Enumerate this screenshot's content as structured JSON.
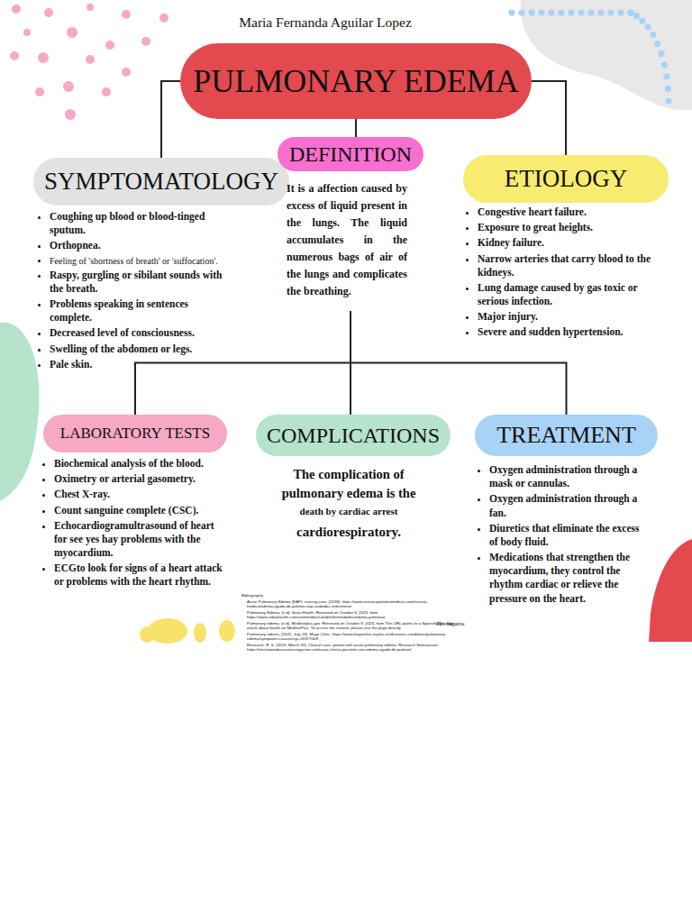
{
  "diagram": {
    "nodes": [
      {
        "text": [
          "PULMONARY EDEMA"
        ]
      },
      {
        "text": [
          "SYMPTOMATOLOGY",
          "Coughing up blood or blood-tinged sputum.",
          "Orthopnea.",
          "Feeling of 'shortness of breath' or 'suffocation'.",
          "Raspy, gurgling or sibilant sounds with the breath.",
          "Problems speaking in sentences complete.",
          "Decreased level of consciousness.",
          "Swelling of the abdomen or legs.",
          "Pale skin."
        ]
      },
      {
        "text": [
          "DEFINITION",
          "It is a affection caused by excess of liquid present in the lungs. The liquid accumulates in the numerous bags of air of the lungs and complicates the breathing."
        ]
      },
      {
        "text": [
          "ETIOLOGY",
          "Congestive heart failure.",
          "Exposure to great heights.",
          "Kidney failure.",
          "Narrow arteries that carry blood to the kidneys.",
          "Lung damage caused by gas toxic or serious infection.",
          "Major injury.",
          "Severe and sudden hypertension."
        ]
      },
      {
        "text": [
          "LABORATORY TESTS",
          "Biochemical analysis of the blood.",
          "Oximetry or arterial gasometry.",
          "Chest X-ray.",
          "Count sanguine complete (CSC).",
          "Echocardiogramultrasound of heart for see yes hay problems with the myocardium.",
          "ECGto look for signs of a heart attack or problems with the heart rhythm."
        ]
      },
      {
        "text": [
          "COMPLICATIONS",
          "The complication of pulmonary edema is the",
          "death by cardiac arrest",
          "cardiorespiratory."
        ]
      },
      {
        "text": [
          "TREATMENT",
          "Oxygen administration through a mask or cannulas.",
          "Oxygen administration through a fan.",
          "Diuretics that eliminate the excess of body fluid.",
          "Medications that strengthen the myocardium, they control the rhythm cardiac or relieve the pressure on the heart."
        ]
      }
    ],
    "edges": [
      {
        "from": 0,
        "to": 1,
        "arrow": "none"
      },
      {
        "from": 0,
        "to": 2,
        "arrow": "none"
      },
      {
        "from": 0,
        "to": 3,
        "arrow": "none"
      },
      {
        "from": 2,
        "to": 4,
        "arrow": "none"
      },
      {
        "from": 2,
        "to": 5,
        "arrow": "none"
      },
      {
        "from": 2,
        "to": 6,
        "arrow": "none"
      }
    ],
    "labels": [
      "Maria Fernanda Aguilar Lopez",
      "Bibliography",
      "Acute Pulmonary Edema (EAP): nursing care. (2018). https://www.revista-portalesmedicos.com/revista-medica/edema-agudo-de-pulmon-eap-cuidados-enfermeria/",
      "Pulmonary Edema. (n.d). Sava Health. Retrieved on October 9, 2023, from https://www.sabiahealth.com/contenidos/salud/enfermedades/edema-pulmonar",
      "Pulmonary edema. (n.d). Medlineplus.gov. Retrieved on October 9, 2023, from This URL points to a Spanish-language article about health on MedlinePlus. To access the content, please visit the page directly.",
      "Pulmonary edema. (2022, July 19). Mayo Clinic. https://www.mayoclinic.org/es-es/diseases-conditions/pulmonary-edema/symptoms-causes/syc-20377009",
      "Research, R. S. (2023, March 20). Clinical case: patient with acute pulmonary edema. Research Seminarium. https://revistamedicaseinvestigacion.com/caso-clinico-paciente-con-edema-agudo-de-pulmon/",
      "RSI - Magazine"
    ]
  }
}
